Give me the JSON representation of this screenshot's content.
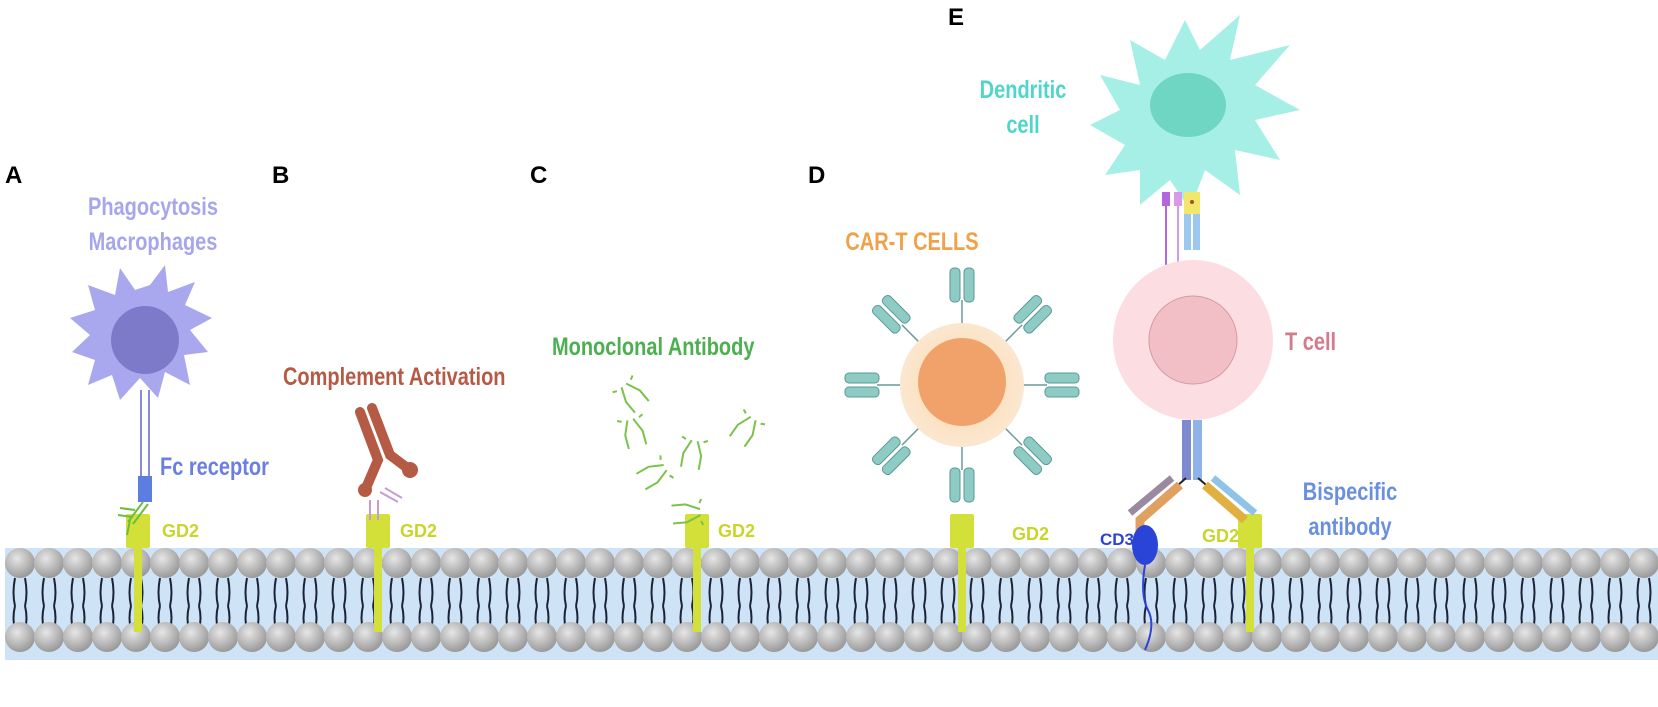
{
  "panels": {
    "a": "A",
    "b": "B",
    "c": "C",
    "d": "D",
    "e": "E"
  },
  "labels": {
    "phagocytosis": "Phagocytosis",
    "macrophages": "Macrophages",
    "fc_receptor": "Fc receptor",
    "complement": "Complement Activation",
    "monoclonal": "Monoclonal Antibody",
    "cart": "CAR-T CELLS",
    "dendritic1": "Dendritic",
    "dendritic2": "cell",
    "tcell": "T cell",
    "bispecific1": "Bispecific",
    "bispecific2": "antibody",
    "cd3": "CD3",
    "gd2": "GD2"
  },
  "colors": {
    "macrophage": "#a7a6ec",
    "complement": "#b55a45",
    "monoclonal": "#4caf50",
    "cart": "#f0a24a",
    "dendritic": "#4fd6c8",
    "tcell": "#d57a8c",
    "bispecific": "#6b8fe0",
    "gd2": "#d3e03a",
    "membrane": "#cfe3f6"
  }
}
